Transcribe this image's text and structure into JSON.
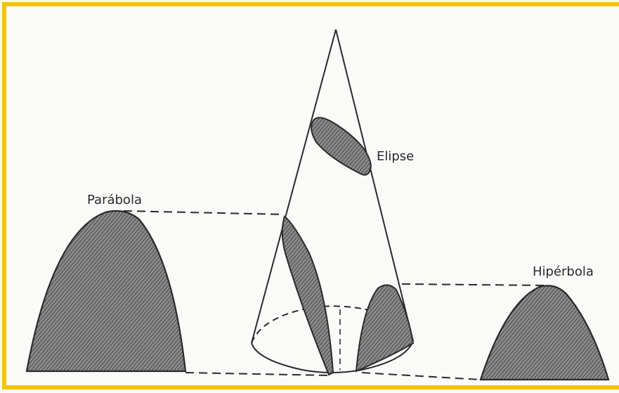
{
  "labels": {
    "ellipse": "Elipse",
    "parabola": "Parábola",
    "hyperbola": "Hipérbola"
  },
  "colors": {
    "frame_border": "#f5c400",
    "ink": "#2a2a2a",
    "shading": "#6f6f6f",
    "paper": "#fafaf8"
  }
}
